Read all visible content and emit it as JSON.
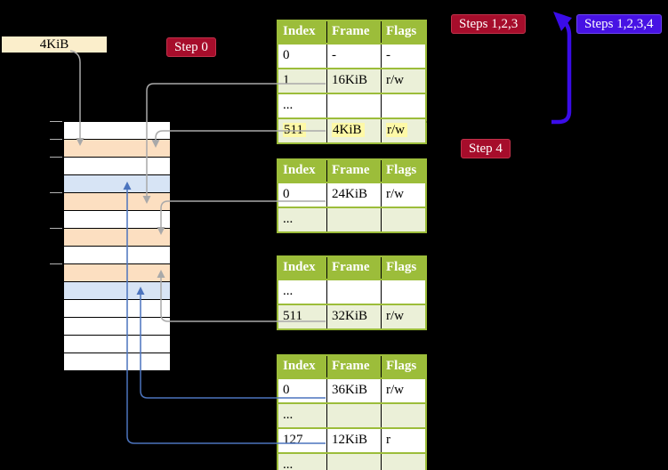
{
  "colors": {
    "background": "#000000",
    "table_header_green": "#9CBD3A",
    "table_row_light_green": "#EBF0D8",
    "highlight_yellow": "#FEF9A7",
    "memory_white": "#FFFFFF",
    "memory_peach": "#FCDFC1",
    "memory_blue": "#D7E4F5",
    "step_red": "#A60D2B",
    "step_violet": "#4712E4",
    "page_size_cream": "#FBEECB",
    "connector_gray": "#A9A9A9",
    "connector_blue": "#4C74BE",
    "annotation_blue": "#3A0CE8"
  },
  "page_size_label": "4KiB",
  "step_labels": {
    "step0": "Step 0",
    "steps123": "Steps 1,2,3",
    "steps1234": "Steps 1,2,3,4",
    "step4": "Step 4"
  },
  "memory_strip": {
    "rows": [
      {
        "color": "white"
      },
      {
        "color": "peach"
      },
      {
        "color": "white"
      },
      {
        "color": "blue"
      },
      {
        "color": "peach"
      },
      {
        "color": "white"
      },
      {
        "color": "peach"
      },
      {
        "color": "white"
      },
      {
        "color": "peach"
      },
      {
        "color": "blue"
      },
      {
        "color": "white"
      },
      {
        "color": "white"
      },
      {
        "color": "white"
      },
      {
        "color": "white"
      }
    ]
  },
  "page_tables": [
    {
      "headers": [
        "Index",
        "Frame",
        "Flags"
      ],
      "rows": [
        {
          "cells": [
            "0",
            "-",
            "-"
          ],
          "shaded": false,
          "highlight": false
        },
        {
          "cells": [
            "1",
            "16KiB",
            "r/w"
          ],
          "shaded": true,
          "highlight": false
        },
        {
          "cells": [
            "...",
            "",
            ""
          ],
          "shaded": false,
          "highlight": false
        },
        {
          "cells": [
            "511",
            "4KiB",
            "r/w"
          ],
          "shaded": true,
          "highlight": true
        }
      ]
    },
    {
      "headers": [
        "Index",
        "Frame",
        "Flags"
      ],
      "rows": [
        {
          "cells": [
            "0",
            "24KiB",
            "r/w"
          ],
          "shaded": false,
          "highlight": false
        },
        {
          "cells": [
            "...",
            "",
            ""
          ],
          "shaded": true,
          "highlight": false
        }
      ]
    },
    {
      "headers": [
        "Index",
        "Frame",
        "Flags"
      ],
      "rows": [
        {
          "cells": [
            "...",
            "",
            ""
          ],
          "shaded": false,
          "highlight": false
        },
        {
          "cells": [
            "511",
            "32KiB",
            "r/w"
          ],
          "shaded": true,
          "highlight": false
        }
      ]
    },
    {
      "headers": [
        "Index",
        "Frame",
        "Flags"
      ],
      "rows": [
        {
          "cells": [
            "0",
            "36KiB",
            "r/w"
          ],
          "shaded": false,
          "highlight": false
        },
        {
          "cells": [
            "...",
            "",
            ""
          ],
          "shaded": true,
          "highlight": false
        },
        {
          "cells": [
            "127",
            "12KiB",
            "r"
          ],
          "shaded": false,
          "highlight": false
        },
        {
          "cells": [
            "...",
            "",
            ""
          ],
          "shaded": true,
          "highlight": false
        }
      ]
    }
  ]
}
